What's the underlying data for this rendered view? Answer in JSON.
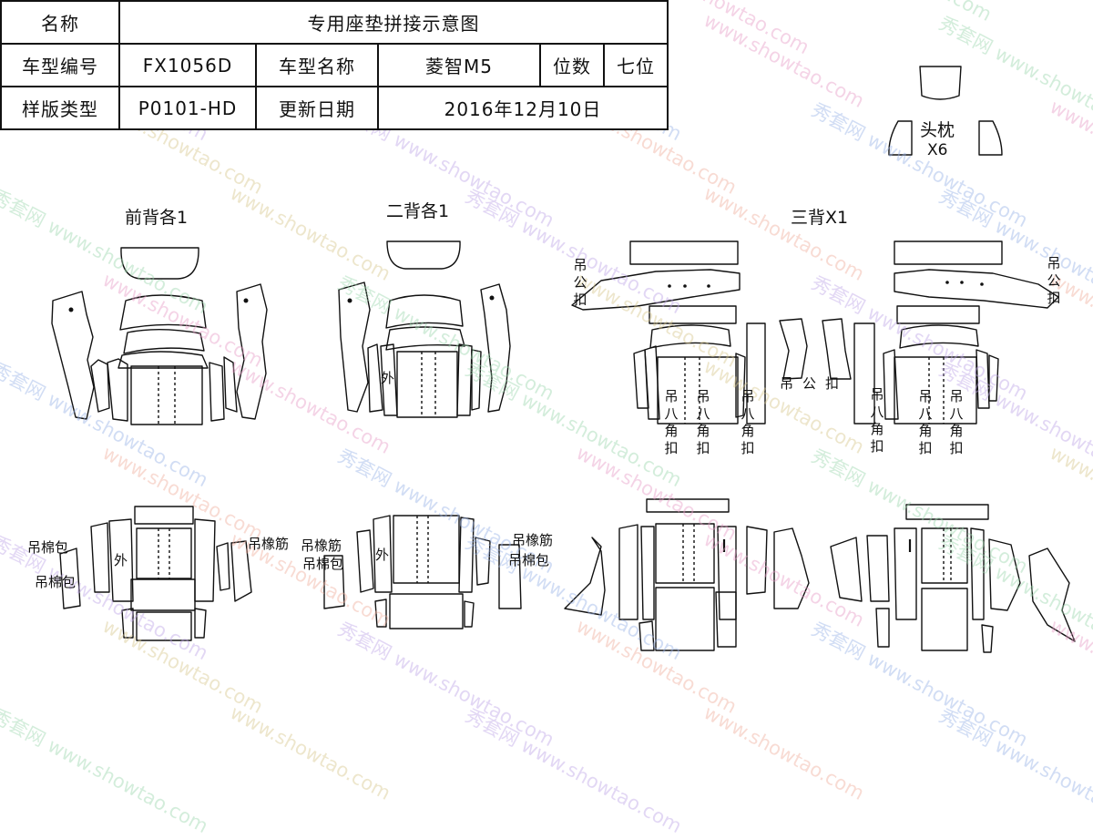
{
  "table": {
    "row1": {
      "k1": "名称",
      "v1": "专用座垫拼接示意图"
    },
    "row2": {
      "k1": "车型编号",
      "v1": "FX1056D",
      "k2": "车型名称",
      "v2": "菱智M5",
      "k3": "位数",
      "v3": "七位"
    },
    "row3": {
      "k1": "样版类型",
      "v1": "P0101-HD",
      "k2": "更新日期",
      "v2": "2016年12月10日"
    }
  },
  "sections": {
    "front": "前背各1",
    "second": "二背各1",
    "third": "三背X1",
    "headrest": "头枕",
    "headrest_qty": "X6"
  },
  "labels": {
    "outer": "外",
    "hang_cotton": "吊棉包",
    "hang_rubber": "吊橡筋",
    "hang_male_buckle": "吊公扣",
    "hang_corner_buckle": "吊八角扣"
  },
  "watermark": {
    "site": "www.showtao.com",
    "cn": "秀套网"
  },
  "colors": {
    "line": "#111111",
    "seam": "#333333"
  }
}
